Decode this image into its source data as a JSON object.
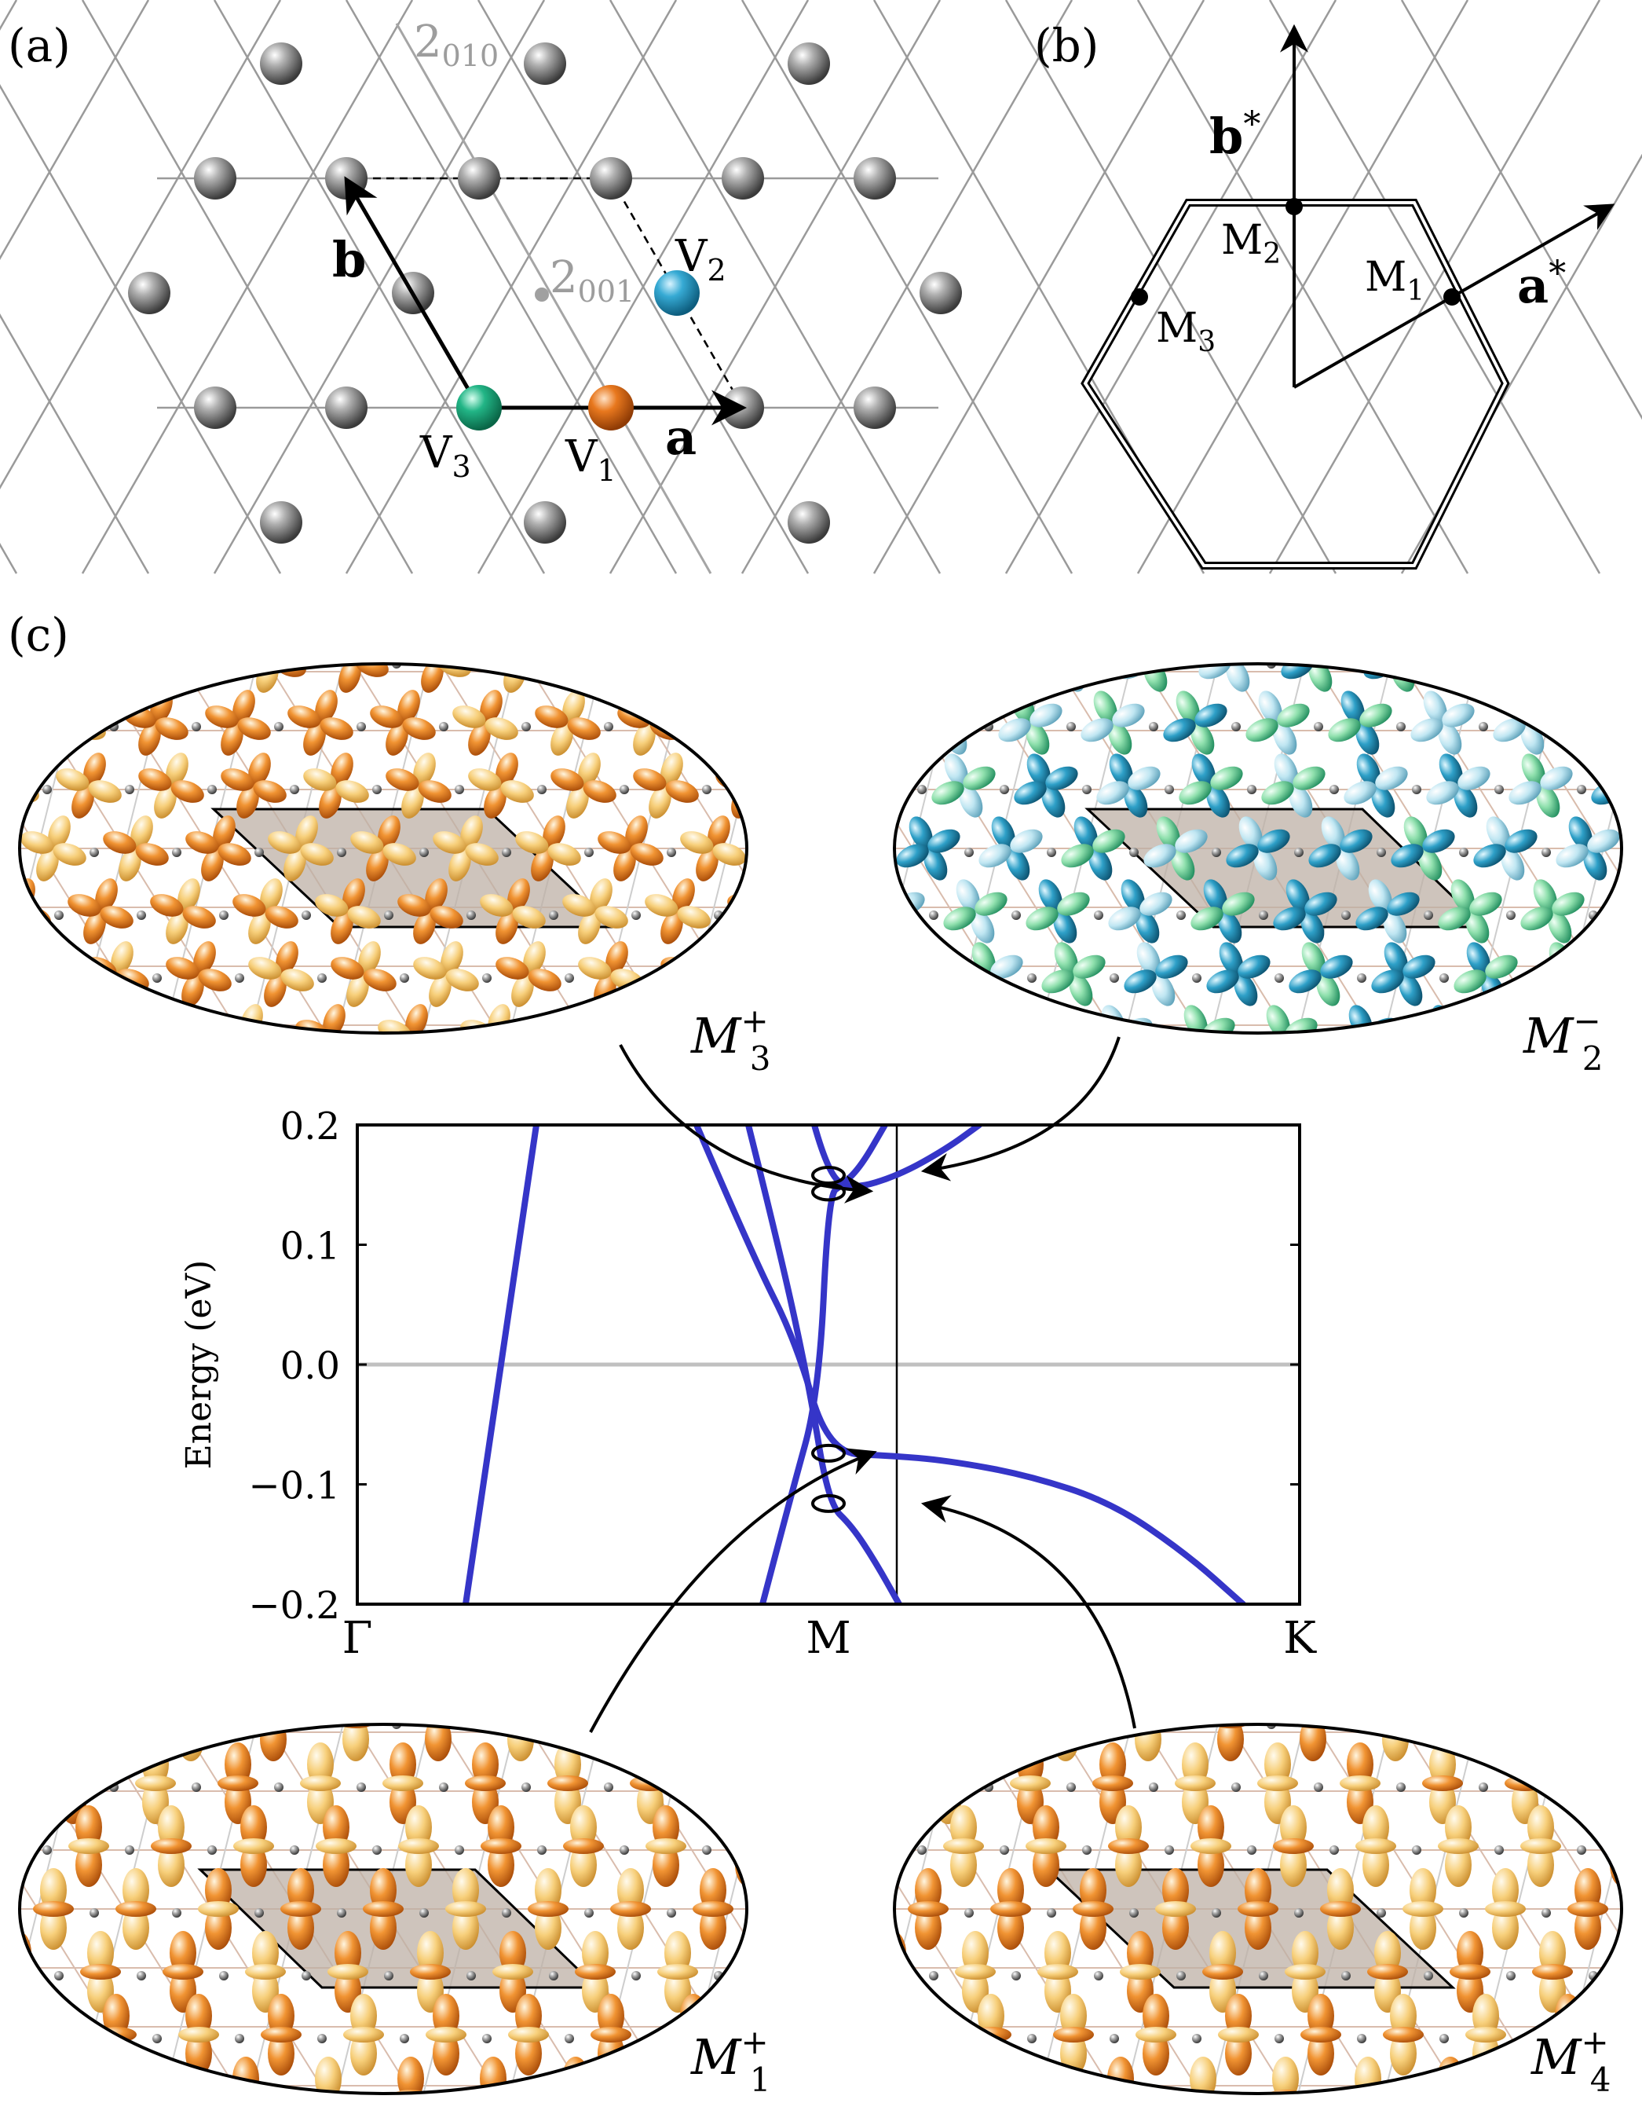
{
  "panels": {
    "a": {
      "label": "(a)",
      "axis_label_010": "2",
      "axis_sub_010": "010",
      "axis_label_001": "2",
      "axis_sub_001": "001",
      "vec_a": "a",
      "vec_b": "b",
      "site_v1": "V",
      "site_v1_sub": "1",
      "site_v2": "V",
      "site_v2_sub": "2",
      "site_v3": "V",
      "site_v3_sub": "3"
    },
    "b": {
      "label": "(b)",
      "vec_a": "a",
      "vec_a_sup": "*",
      "vec_b": "b",
      "vec_b_sup": "*",
      "m1": "M",
      "m1_sub": "1",
      "m2": "M",
      "m2_sub": "2",
      "m3": "M",
      "m3_sub": "3"
    },
    "c": {
      "label": "(c)",
      "orbitals": [
        {
          "name": "M",
          "sup": "+",
          "sub": "3",
          "palette": "orange"
        },
        {
          "name": "M",
          "sup": "−",
          "sub": "2",
          "palette": "cyan"
        },
        {
          "name": "M",
          "sup": "+",
          "sub": "1",
          "palette": "orange"
        },
        {
          "name": "M",
          "sup": "+",
          "sub": "4",
          "palette": "orange"
        }
      ]
    }
  },
  "colors": {
    "band": "#3535c8",
    "v1": "#e06a18",
    "v2": "#2aa3cc",
    "v3": "#1fae80",
    "atom": "#808080",
    "grid": "#999999",
    "zero_line": "#c0c0c0"
  },
  "chart_data": {
    "type": "line",
    "title": "",
    "xlabel": "",
    "ylabel": "Energy (eV)",
    "ylim": [
      -0.2,
      0.2
    ],
    "yticks": [
      "0.2",
      "0.1",
      "0.0",
      "−0.1",
      "−0.2"
    ],
    "ytick_values": [
      0.2,
      0.1,
      0.0,
      -0.1,
      -0.2
    ],
    "xticks": [
      "Γ",
      "M",
      "K"
    ],
    "xtick_positions": [
      0,
      1,
      2
    ],
    "grid": false,
    "series": [
      {
        "x": [
          0.23,
          0.38
        ],
        "y": [
          -0.2,
          0.2
        ]
      },
      {
        "x": [
          0.72,
          0.84,
          0.93,
          1.0,
          1.13,
          1.25,
          1.42,
          1.6,
          1.76,
          1.88
        ],
        "y": [
          0.2,
          0.09,
          0.02,
          -0.074,
          -0.076,
          -0.08,
          -0.092,
          -0.115,
          -0.158,
          -0.2
        ]
      },
      {
        "x": [
          0.86,
          0.92,
          0.98,
          1.0,
          1.03,
          1.07,
          1.12
        ],
        "y": [
          -0.2,
          -0.11,
          -0.025,
          0.142,
          0.15,
          0.166,
          0.2
        ]
      },
      {
        "x": [
          0.83,
          0.9,
          0.96,
          1.0,
          1.05,
          1.1,
          1.15
        ],
        "y": [
          0.2,
          0.09,
          -0.02,
          -0.116,
          -0.135,
          -0.165,
          -0.2
        ]
      },
      {
        "x": [
          0.97,
          1.0,
          1.05,
          1.15,
          1.25,
          1.32
        ],
        "y": [
          0.2,
          0.158,
          0.146,
          0.158,
          0.18,
          0.2
        ]
      }
    ],
    "markers": [
      {
        "x": 1.0,
        "y": 0.158
      },
      {
        "x": 1.0,
        "y": 0.144
      },
      {
        "x": 1.0,
        "y": -0.074
      },
      {
        "x": 1.0,
        "y": -0.116
      }
    ]
  }
}
